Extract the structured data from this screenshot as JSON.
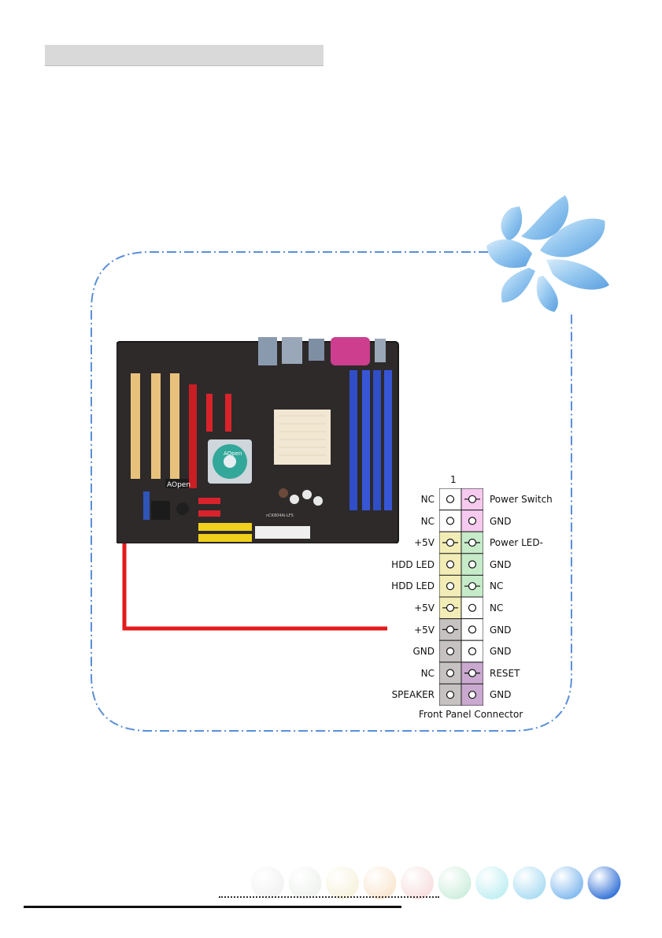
{
  "connector": {
    "pin_one_label": "1",
    "caption": "Front Panel Connector",
    "left_labels": [
      "NC",
      "NC",
      "+5V",
      "HDD LED",
      "HDD LED",
      "+5V",
      "+5V",
      "GND",
      "NC",
      "SPEAKER"
    ],
    "right_labels": [
      "Power Switch",
      "GND",
      "Power LED-",
      "GND",
      "NC",
      "NC",
      "GND",
      "GND",
      "RESET",
      "GND"
    ],
    "left_colors": [
      "#ffffff",
      "#ffffff",
      "#f2ecb6",
      "#f2ecb6",
      "#f2ecb6",
      "#f2ecb6",
      "#c6c2c2",
      "#c6c2c2",
      "#c6c2c2",
      "#c6c2c2"
    ],
    "right_colors": [
      "#f6c9ee",
      "#f6c9ee",
      "#c6ebc9",
      "#c6ebc9",
      "#c6ebc9",
      "#ffffff",
      "#ffffff",
      "#ffffff",
      "#c9a9cf",
      "#c9a9cf"
    ]
  },
  "board": {
    "logo_text": "AOpen",
    "fan_text": "AOpen",
    "model_text": "nCK804Ai-LFS"
  },
  "colors": {
    "accent_line": "#e31b1b",
    "frame_dash": "#5b8fd6",
    "petal": "#8cc3ef"
  }
}
